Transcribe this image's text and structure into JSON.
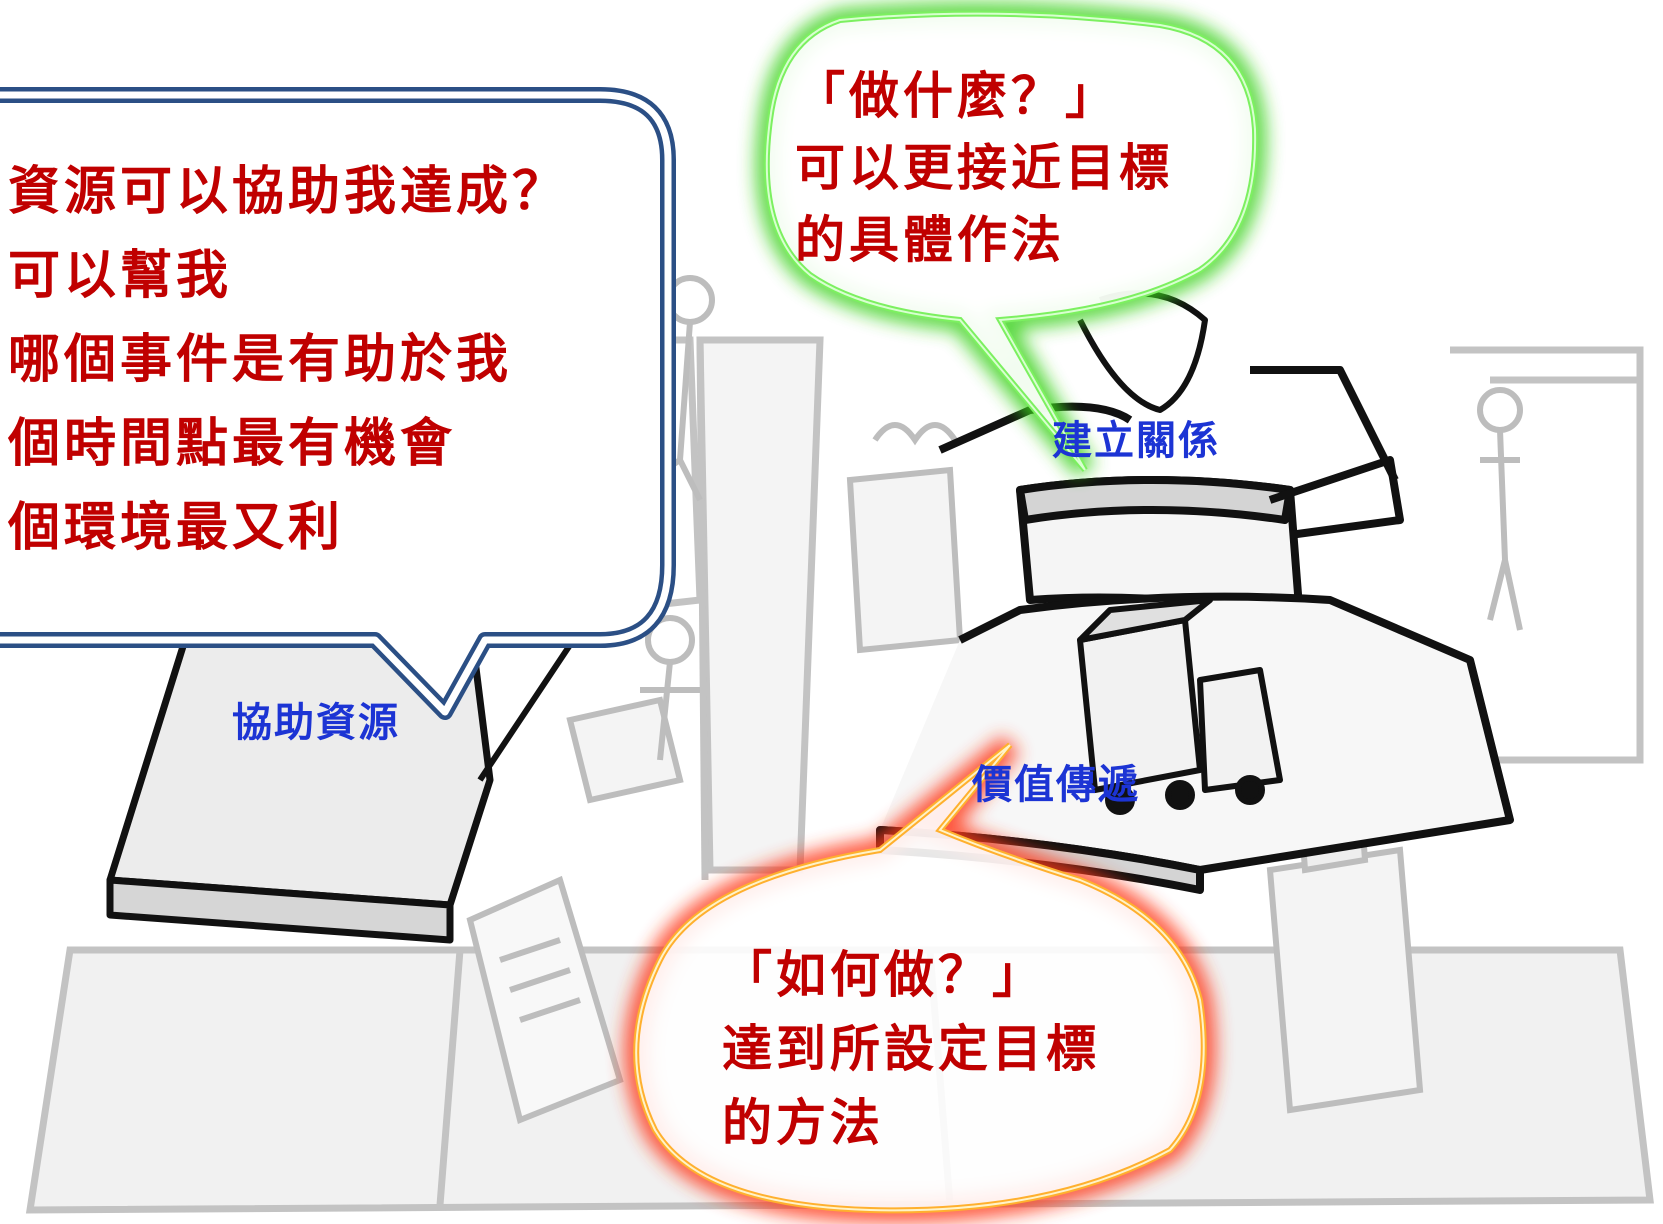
{
  "labels": {
    "resources": "協助資源",
    "relationships": "建立關係",
    "value_delivery": "價值傳遞"
  },
  "bubbles": {
    "resources": {
      "lines": [
        "資源可以協助我達成？",
        "可以幫我",
        "哪個事件是有助於我",
        "個時間點最有機會",
        "個環境最又利"
      ],
      "border_color": "#2b4f85"
    },
    "what": {
      "lines": [
        "「做什麼？」",
        "可以更接近目標",
        "的具體作法"
      ],
      "glow_color": "#3ad11e"
    },
    "how": {
      "lines": [
        "「如何做？」",
        "達到所設定目標",
        "的方法"
      ],
      "glow_color": "#ff3b1a"
    }
  },
  "colors": {
    "text_red": "#c00000",
    "label_blue": "#1c34d4"
  }
}
